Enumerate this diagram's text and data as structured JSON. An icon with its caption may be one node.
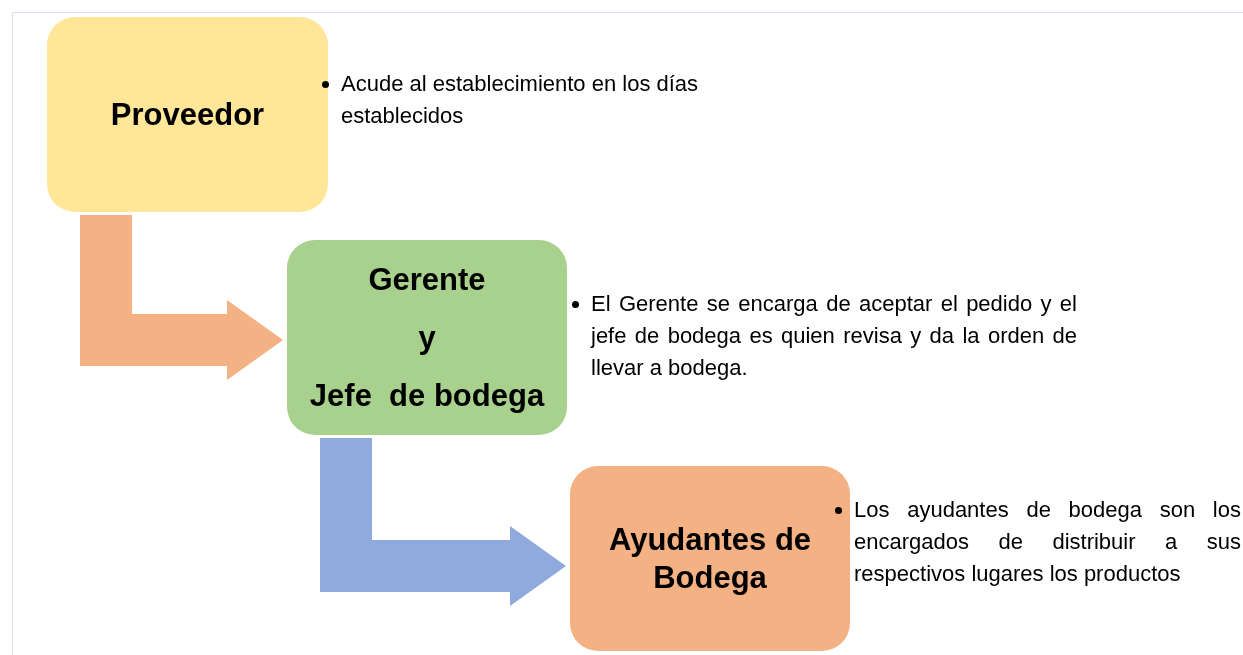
{
  "diagram": {
    "nodes": [
      {
        "text": [
          "Proveedor"
        ],
        "beside": [
          "Acude al establecimiento  en los días establecidos"
        ]
      },
      {
        "text": [
          "Gerente",
          "y",
          "Jefe  de bodega"
        ],
        "beside": [
          "El Gerente se encarga de aceptar el pedido y el jefe de bodega es quien revisa y da la orden de llevar a bodega."
        ]
      },
      {
        "text": [
          "Ayudantes de Bodega"
        ],
        "beside": [
          "Los ayudantes de  bodega son los encargados de distribuir a sus respectivos lugares los productos"
        ]
      }
    ],
    "edges": [
      {
        "from": 0,
        "to": 1,
        "arrow": "to",
        "color": "#f4b183"
      },
      {
        "from": 1,
        "to": 2,
        "arrow": "to",
        "color": "#8faadc"
      }
    ]
  }
}
